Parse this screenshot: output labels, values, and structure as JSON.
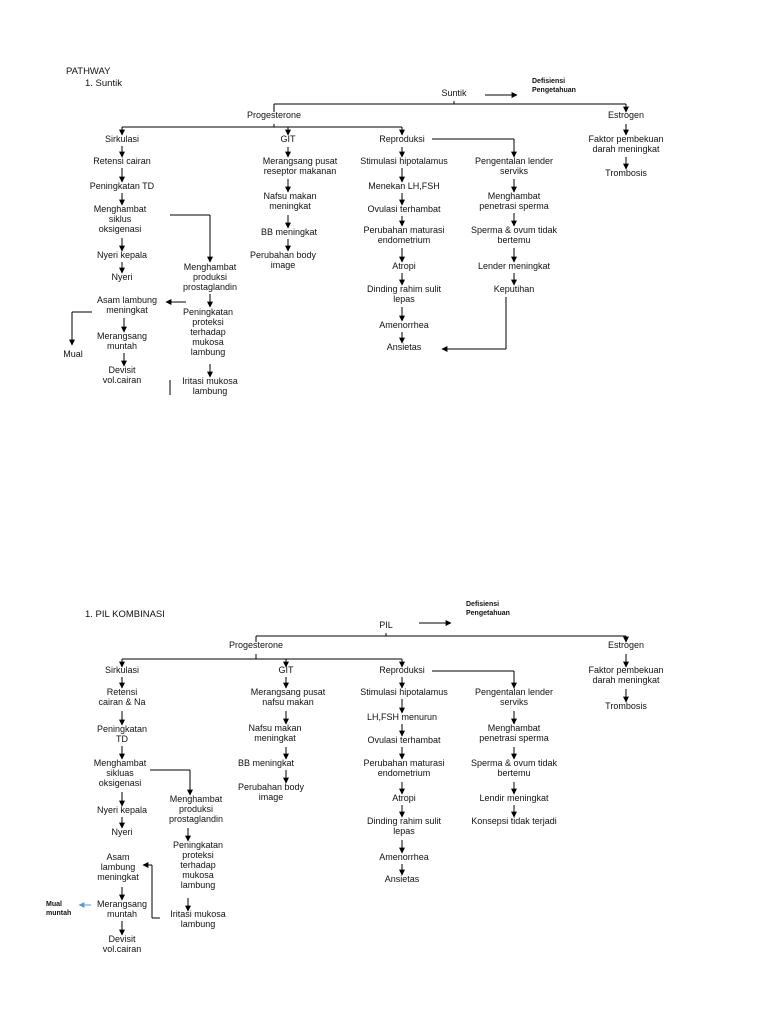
{
  "header": {
    "title": "PATHWAY"
  },
  "colors": {
    "ink": "#111111",
    "line": "#000000",
    "mual_arrow": "#5b9bd5"
  },
  "sections": [
    {
      "id": "suntik",
      "heading": "1. Suntik",
      "nodes": [
        {
          "id": "root",
          "lines": [
            "Suntik"
          ]
        },
        {
          "id": "defisiensi",
          "lines": [
            "Defisiensi",
            "Pengetahuan"
          ],
          "small": true
        },
        {
          "id": "progesterone",
          "lines": [
            "Progesterone"
          ]
        },
        {
          "id": "estrogen",
          "lines": [
            "Estrogen"
          ]
        },
        {
          "id": "sirkulasi",
          "lines": [
            "Sirkulasi"
          ]
        },
        {
          "id": "git",
          "lines": [
            "GIT"
          ]
        },
        {
          "id": "reproduksi",
          "lines": [
            "Reproduksi"
          ]
        },
        {
          "id": "faktor",
          "lines": [
            "Faktor pembekuan",
            "darah meningkat"
          ]
        },
        {
          "id": "trombosis",
          "lines": [
            "Trombosis"
          ]
        },
        {
          "id": "retensi",
          "lines": [
            "Retensi cairan"
          ]
        },
        {
          "id": "peningkatan_td",
          "lines": [
            "Peningkatan TD"
          ]
        },
        {
          "id": "menghambat_siklus",
          "lines": [
            "Menghambat",
            "siklus",
            "oksigenasi"
          ]
        },
        {
          "id": "nyeri_kepala",
          "lines": [
            "Nyeri kepala"
          ]
        },
        {
          "id": "nyeri",
          "lines": [
            "Nyeri"
          ]
        },
        {
          "id": "asam",
          "lines": [
            "Asam lambung",
            "meningkat"
          ]
        },
        {
          "id": "merangsang_muntah",
          "lines": [
            "Merangsang",
            "muntah"
          ]
        },
        {
          "id": "devisit",
          "lines": [
            "Devisit",
            "vol.cairan"
          ]
        },
        {
          "id": "mual",
          "lines": [
            "Mual"
          ]
        },
        {
          "id": "menghambat_prost",
          "lines": [
            "Menghambat",
            "produksi",
            "prostaglandin"
          ]
        },
        {
          "id": "peningkatan_proteksi",
          "lines": [
            "Peningkatan",
            "proteksi",
            "terhadap",
            "mukosa",
            "lambung"
          ]
        },
        {
          "id": "iritasi",
          "lines": [
            "Iritasi mukosa",
            "lambung"
          ]
        },
        {
          "id": "merangsang_pusat",
          "lines": [
            "Merangsang pusat",
            "reseptor makanan"
          ]
        },
        {
          "id": "nafsu",
          "lines": [
            "Nafsu makan",
            "meningkat"
          ]
        },
        {
          "id": "bb",
          "lines": [
            "BB meningkat"
          ]
        },
        {
          "id": "body_image",
          "lines": [
            "Perubahan body",
            "image"
          ]
        },
        {
          "id": "stimulasi",
          "lines": [
            "Stimulasi hipotalamus"
          ]
        },
        {
          "id": "menekan",
          "lines": [
            "Menekan LH,FSH"
          ]
        },
        {
          "id": "ovulasi",
          "lines": [
            "Ovulasi terhambat"
          ]
        },
        {
          "id": "maturasi",
          "lines": [
            "Perubahan maturasi",
            "endometrium"
          ]
        },
        {
          "id": "atropi",
          "lines": [
            "Atropi"
          ]
        },
        {
          "id": "dinding",
          "lines": [
            "Dinding rahim sulit",
            "lepas"
          ]
        },
        {
          "id": "amenorrhea",
          "lines": [
            "Amenorrhea"
          ]
        },
        {
          "id": "ansietas",
          "lines": [
            "Ansietas"
          ]
        },
        {
          "id": "lender_serviks",
          "lines": [
            "Pengentalan lender",
            "serviks"
          ]
        },
        {
          "id": "menghambat_sperma",
          "lines": [
            "Menghambat",
            "penetrasi sperma"
          ]
        },
        {
          "id": "sperma_ovum",
          "lines": [
            "Sperma & ovum tidak",
            "bertemu"
          ]
        },
        {
          "id": "lender_meningkat",
          "lines": [
            "Lender meningkat"
          ]
        },
        {
          "id": "keputihan",
          "lines": [
            "Keputihan"
          ]
        }
      ]
    },
    {
      "id": "pil",
      "heading": "1. PIL KOMBINASI",
      "nodes": [
        {
          "id": "root",
          "lines": [
            "PIL"
          ]
        },
        {
          "id": "defisiensi",
          "lines": [
            "Defisiensi",
            "Pengetahuan"
          ],
          "small": true
        },
        {
          "id": "progesterone",
          "lines": [
            "Progesterone"
          ]
        },
        {
          "id": "estrogen",
          "lines": [
            "Estrogen"
          ]
        },
        {
          "id": "sirkulasi",
          "lines": [
            "Sirkulasi"
          ]
        },
        {
          "id": "git",
          "lines": [
            "GIT"
          ]
        },
        {
          "id": "reproduksi",
          "lines": [
            "Reproduksi"
          ]
        },
        {
          "id": "faktor",
          "lines": [
            "Faktor pembekuan",
            "darah meningkat"
          ]
        },
        {
          "id": "trombosis",
          "lines": [
            "Trombosis"
          ]
        },
        {
          "id": "retensi",
          "lines": [
            "Retensi",
            "cairan & Na"
          ]
        },
        {
          "id": "peningkatan_td",
          "lines": [
            "Peningkatan",
            "TD"
          ]
        },
        {
          "id": "menghambat_siklus",
          "lines": [
            "Menghambat",
            "sikluas",
            "oksigenasi"
          ]
        },
        {
          "id": "nyeri_kepala",
          "lines": [
            "Nyeri kepala"
          ]
        },
        {
          "id": "nyeri",
          "lines": [
            "Nyeri"
          ]
        },
        {
          "id": "asam",
          "lines": [
            "Asam",
            "lambung",
            "meningkat"
          ]
        },
        {
          "id": "merangsang_muntah",
          "lines": [
            "Merangsang",
            "muntah"
          ]
        },
        {
          "id": "devisit",
          "lines": [
            "Devisit",
            "vol.cairan"
          ]
        },
        {
          "id": "mual",
          "lines": [
            "Mual",
            "muntah"
          ],
          "small": true
        },
        {
          "id": "menghambat_prost",
          "lines": [
            "Menghambat",
            "produksi",
            "prostaglandin"
          ]
        },
        {
          "id": "peningkatan_proteksi",
          "lines": [
            "Peningkatan",
            "proteksi",
            "terhadap",
            "mukosa",
            "lambung"
          ]
        },
        {
          "id": "iritasi",
          "lines": [
            "Iritasi mukosa",
            "lambung"
          ]
        },
        {
          "id": "merangsang_pusat",
          "lines": [
            "Merangsang pusat",
            "nafsu makan"
          ]
        },
        {
          "id": "nafsu",
          "lines": [
            "Nafsu makan",
            "meningkat"
          ]
        },
        {
          "id": "bb",
          "lines": [
            "BB meningkat"
          ]
        },
        {
          "id": "body_image",
          "lines": [
            "Perubahan body",
            "image"
          ]
        },
        {
          "id": "stimulasi",
          "lines": [
            "Stimulasi hipotalamus"
          ]
        },
        {
          "id": "menekan",
          "lines": [
            "LH,FSH menurun"
          ]
        },
        {
          "id": "ovulasi",
          "lines": [
            "Ovulasi terhambat"
          ]
        },
        {
          "id": "maturasi",
          "lines": [
            "Perubahan maturasi",
            "endometrium"
          ]
        },
        {
          "id": "atropi",
          "lines": [
            "Atropi"
          ]
        },
        {
          "id": "dinding",
          "lines": [
            "Dinding rahim sulit",
            "lepas"
          ]
        },
        {
          "id": "amenorrhea",
          "lines": [
            "Amenorrhea"
          ]
        },
        {
          "id": "ansietas",
          "lines": [
            "Ansietas"
          ]
        },
        {
          "id": "lender_serviks",
          "lines": [
            "Pengentalan lender",
            "serviks"
          ]
        },
        {
          "id": "menghambat_sperma",
          "lines": [
            "Menghambat",
            "penetrasi sperma"
          ]
        },
        {
          "id": "sperma_ovum",
          "lines": [
            "Sperma & ovum tidak",
            "bertemu"
          ]
        },
        {
          "id": "lender_meningkat",
          "lines": [
            "Lendir meningkat"
          ]
        },
        {
          "id": "keputihan",
          "lines": [
            "Konsepsi tidak terjadi"
          ]
        }
      ]
    }
  ]
}
